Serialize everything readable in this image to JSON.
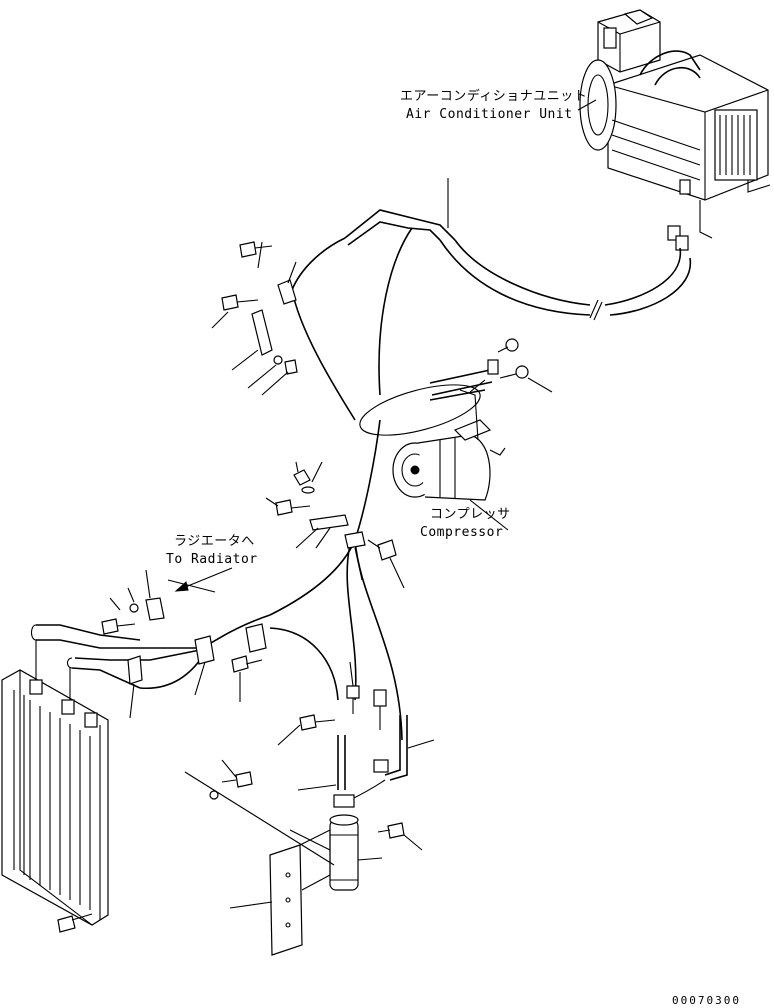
{
  "labels": {
    "ac_unit_jp": "エアーコンディショナユニット",
    "ac_unit_en": "Air Conditioner Unit",
    "compressor_jp": "コンプレッサ",
    "compressor_en": "Compressor",
    "radiator_jp": "ラジエータへ",
    "radiator_en": "To Radiator"
  },
  "drawing_code": "00070300"
}
